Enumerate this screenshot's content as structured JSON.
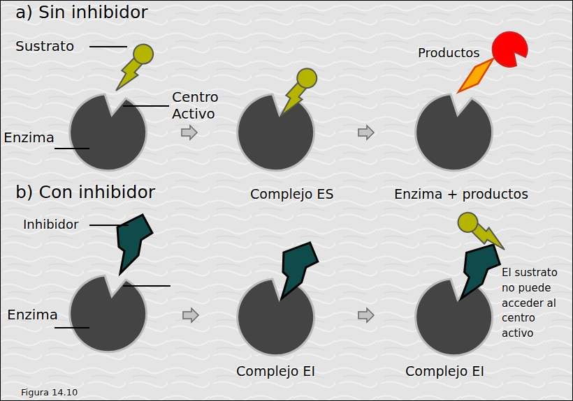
{
  "diagram": {
    "caption": "Figura 14.10",
    "labels": [
      "a) Sin inhibidor",
      "Sustrato",
      "Centro Activo",
      "Enzima",
      "Productos",
      "Complejo ES",
      "Enzima + productos",
      "b) Con inhibidor",
      "Inhibidor",
      "Enzima",
      "Complejo EI",
      "Complejo EI",
      "El sustrato no puede acceder al centro activo"
    ]
  }
}
